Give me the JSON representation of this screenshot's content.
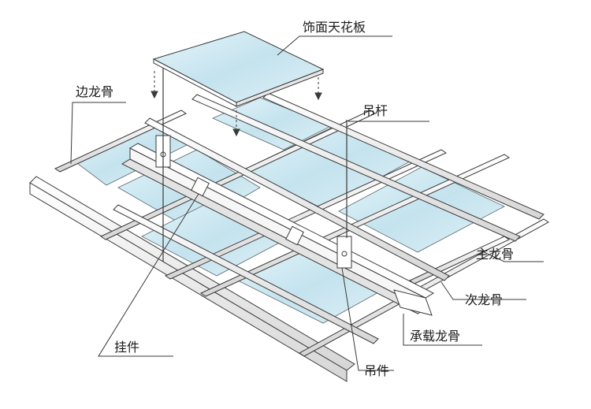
{
  "labels": {
    "panel": "饰面天花板",
    "edge_keel": "边龙骨",
    "hanger_rod": "吊杆",
    "main_keel": "主龙骨",
    "secondary_keel": "次龙骨",
    "bearing_keel": "承载龙骨",
    "hook": "挂件",
    "hanger": "吊件"
  },
  "colors": {
    "line": "#3a3a3a",
    "panel_fill": "#c8e6f0",
    "panel_fill_light": "#e4f3f8",
    "metal": "#f4f4f4",
    "metal_shade": "#d8d8d8"
  }
}
